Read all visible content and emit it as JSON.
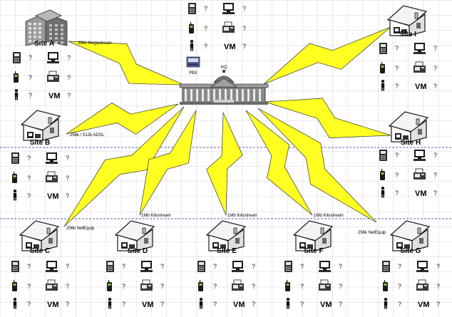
{
  "hq": {
    "label": "HQ",
    "pbx_label": "PBX"
  },
  "device_labels": {
    "unknown": "?",
    "vm": "VM"
  },
  "colors": {
    "grid": "#c8c8d0",
    "separator": "#5566aa",
    "bolt_fill": "#ffff22",
    "bolt_stroke": "#333333",
    "building": "#8a8a8a"
  },
  "sites": [
    {
      "id": "A",
      "label": "Site A",
      "kind": "office"
    },
    {
      "id": "B",
      "label": "Site B",
      "kind": "house"
    },
    {
      "id": "C",
      "label": "Site C",
      "kind": "house"
    },
    {
      "id": "D",
      "label": "Site D",
      "kind": "house"
    },
    {
      "id": "E",
      "label": "Site E",
      "kind": "house"
    },
    {
      "id": "F",
      "label": "Site F",
      "kind": "house"
    },
    {
      "id": "G",
      "label": "Site G",
      "kind": "house"
    },
    {
      "id": "H",
      "label": "Site H",
      "kind": "house"
    },
    {
      "id": "I",
      "label": "Site I",
      "kind": "house"
    }
  ],
  "links": [
    {
      "site": "A",
      "label": "8Mb Megastream"
    },
    {
      "site": "B",
      "label": "256k / 512k ADSL"
    },
    {
      "site": "C",
      "label": "256k NetEquip"
    },
    {
      "site": "D",
      "label": "1Mb Kilostream"
    },
    {
      "site": "E",
      "label": "1Mb Kilostream"
    },
    {
      "site": "F",
      "label": "1Mb Kilostream"
    },
    {
      "site": "G",
      "label": "256k NetEquip"
    },
    {
      "site": "H",
      "label": ""
    },
    {
      "site": "I",
      "label": ""
    }
  ]
}
